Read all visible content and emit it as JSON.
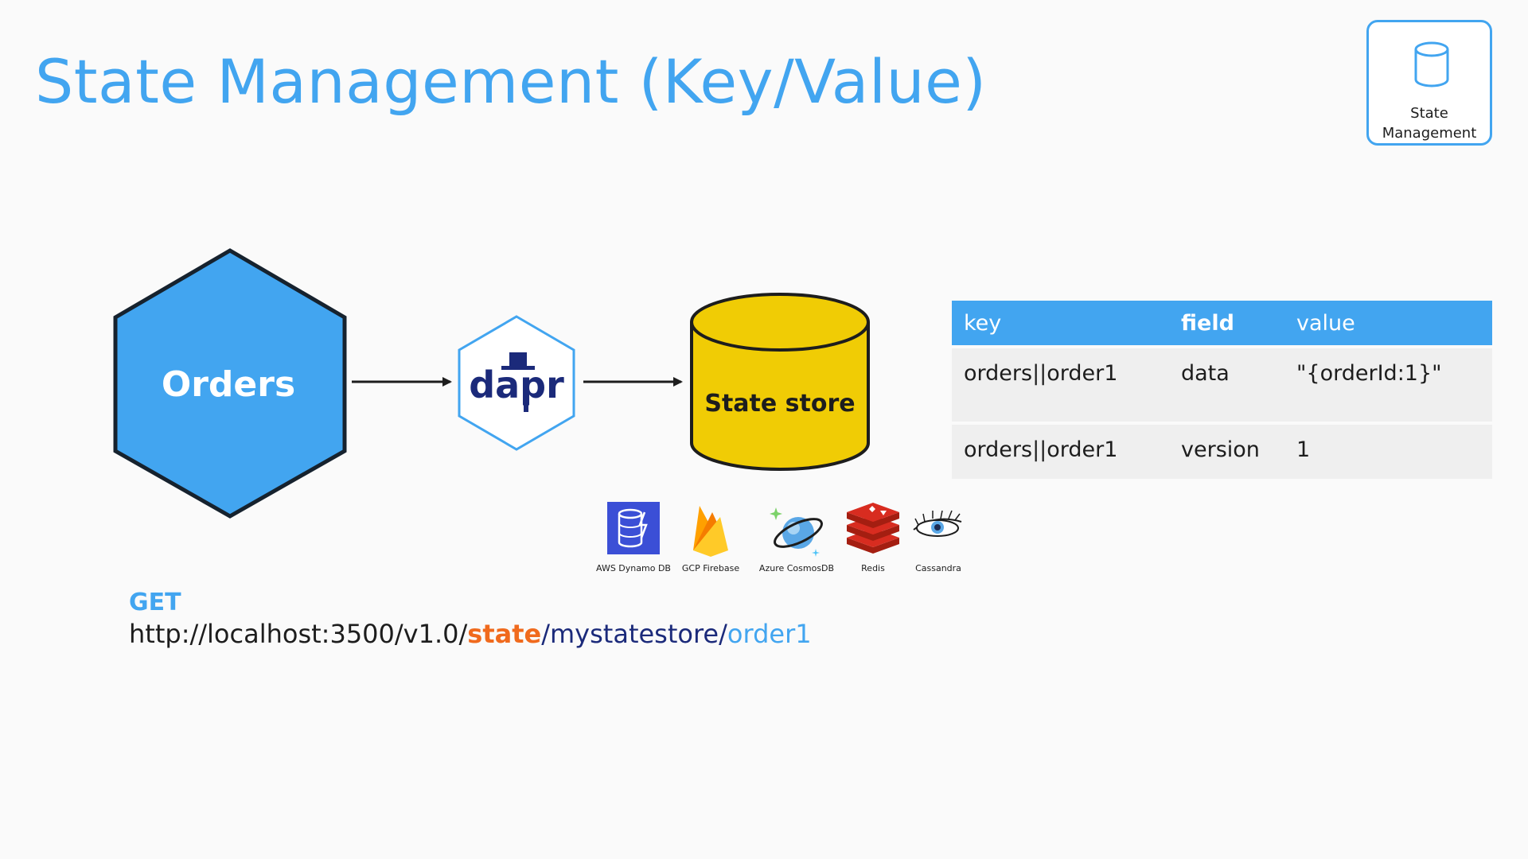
{
  "title": "State Management (Key/Value)",
  "badge": {
    "icon": "database-icon",
    "label": "State\nManagement"
  },
  "diagram": {
    "service_label": "Orders",
    "sidecar_label": "dapr",
    "store_label": "State store",
    "colors": {
      "service": "#42a5f0",
      "store": "#f0cc05",
      "dapr_blue": "#1b2a7a"
    }
  },
  "table": {
    "headers": [
      "key",
      "field",
      "value"
    ],
    "rows": [
      [
        "orders||order1",
        "data",
        "\"{orderId:1}\""
      ],
      [
        "orders||order1",
        "version",
        "1"
      ]
    ]
  },
  "providers": [
    {
      "name": "AWS Dynamo DB",
      "icon": "dynamodb-icon"
    },
    {
      "name": "GCP Firebase",
      "icon": "firebase-icon"
    },
    {
      "name": "Azure CosmosDB",
      "icon": "cosmosdb-icon"
    },
    {
      "name": "Redis",
      "icon": "redis-icon"
    },
    {
      "name": "Cassandra",
      "icon": "cassandra-icon"
    }
  ],
  "request": {
    "method": "GET",
    "url_prefix": "http://localhost:3500/v1.0/",
    "url_state": "state",
    "url_store": "/mystatestore/",
    "url_key": "order1"
  }
}
